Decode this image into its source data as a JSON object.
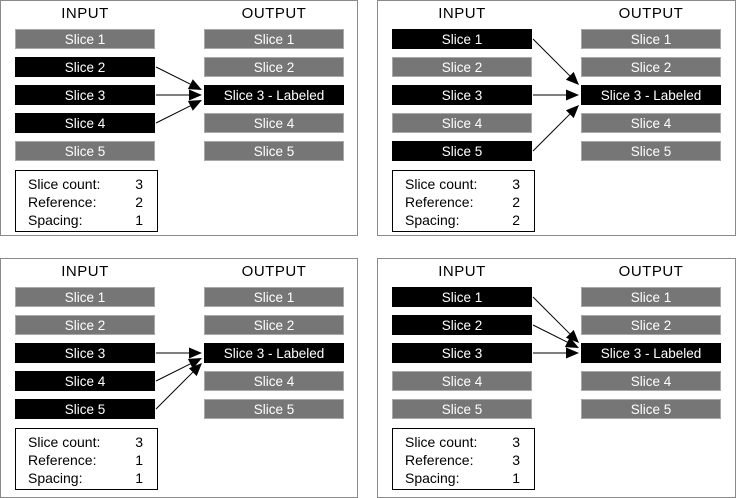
{
  "colors": {
    "panel_border": "#8a8a8a",
    "slice_gray_fill": "#767676",
    "slice_gray_border": "#a8a8a8",
    "slice_black_fill": "#000000",
    "slice_text": "#ffffff",
    "header_text": "#000000",
    "param_text": "#000000",
    "param_box_border": "#000000",
    "arrow_line": "#000000",
    "arrow_horizontal_line": "#7f7f7f",
    "arrowhead": "#000000"
  },
  "panels": [
    {
      "id": "top-left",
      "input_header": "INPUT",
      "output_header": "OUTPUT",
      "input_slices": [
        {
          "label": "Slice 1",
          "highlighted": false
        },
        {
          "label": "Slice 2",
          "highlighted": true
        },
        {
          "label": "Slice 3",
          "highlighted": true
        },
        {
          "label": "Slice 4",
          "highlighted": true
        },
        {
          "label": "Slice 5",
          "highlighted": false
        }
      ],
      "output_slices": [
        {
          "label": "Slice 1",
          "highlighted": false
        },
        {
          "label": "Slice 2",
          "highlighted": false
        },
        {
          "label": "Slice 3 - Labeled",
          "highlighted": true
        },
        {
          "label": "Slice 4",
          "highlighted": false
        },
        {
          "label": "Slice 5",
          "highlighted": false
        }
      ],
      "arrows": {
        "from_input_slices": [
          2,
          3,
          4
        ],
        "to_output_slice": 3
      },
      "params": [
        {
          "label": "Slice count:",
          "value": "3"
        },
        {
          "label": "Reference:",
          "value": "2"
        },
        {
          "label": "Spacing:",
          "value": "1"
        }
      ]
    },
    {
      "id": "top-right",
      "input_header": "INPUT",
      "output_header": "OUTPUT",
      "input_slices": [
        {
          "label": "Slice 1",
          "highlighted": true
        },
        {
          "label": "Slice 2",
          "highlighted": false
        },
        {
          "label": "Slice 3",
          "highlighted": true
        },
        {
          "label": "Slice 4",
          "highlighted": false
        },
        {
          "label": "Slice 5",
          "highlighted": true
        }
      ],
      "output_slices": [
        {
          "label": "Slice 1",
          "highlighted": false
        },
        {
          "label": "Slice 2",
          "highlighted": false
        },
        {
          "label": "Slice 3 - Labeled",
          "highlighted": true
        },
        {
          "label": "Slice 4",
          "highlighted": false
        },
        {
          "label": "Slice 5",
          "highlighted": false
        }
      ],
      "arrows": {
        "from_input_slices": [
          1,
          3,
          5
        ],
        "to_output_slice": 3
      },
      "params": [
        {
          "label": "Slice count:",
          "value": "3"
        },
        {
          "label": "Reference:",
          "value": "2"
        },
        {
          "label": "Spacing:",
          "value": "2"
        }
      ]
    },
    {
      "id": "bottom-left",
      "input_header": "INPUT",
      "output_header": "OUTPUT",
      "input_slices": [
        {
          "label": "Slice 1",
          "highlighted": false
        },
        {
          "label": "Slice 2",
          "highlighted": false
        },
        {
          "label": "Slice 3",
          "highlighted": true
        },
        {
          "label": "Slice 4",
          "highlighted": true
        },
        {
          "label": "Slice 5",
          "highlighted": true
        }
      ],
      "output_slices": [
        {
          "label": "Slice 1",
          "highlighted": false
        },
        {
          "label": "Slice 2",
          "highlighted": false
        },
        {
          "label": "Slice 3 - Labeled",
          "highlighted": true
        },
        {
          "label": "Slice 4",
          "highlighted": false
        },
        {
          "label": "Slice 5",
          "highlighted": false
        }
      ],
      "arrows": {
        "from_input_slices": [
          3,
          4,
          5
        ],
        "to_output_slice": 3
      },
      "params": [
        {
          "label": "Slice count:",
          "value": "3"
        },
        {
          "label": "Reference:",
          "value": "1"
        },
        {
          "label": "Spacing:",
          "value": "1"
        }
      ]
    },
    {
      "id": "bottom-right",
      "input_header": "INPUT",
      "output_header": "OUTPUT",
      "input_slices": [
        {
          "label": "Slice 1",
          "highlighted": true
        },
        {
          "label": "Slice 2",
          "highlighted": true
        },
        {
          "label": "Slice 3",
          "highlighted": true
        },
        {
          "label": "Slice 4",
          "highlighted": false
        },
        {
          "label": "Slice 5",
          "highlighted": false
        }
      ],
      "output_slices": [
        {
          "label": "Slice 1",
          "highlighted": false
        },
        {
          "label": "Slice 2",
          "highlighted": false
        },
        {
          "label": "Slice 3 - Labeled",
          "highlighted": true
        },
        {
          "label": "Slice 4",
          "highlighted": false
        },
        {
          "label": "Slice 5",
          "highlighted": false
        }
      ],
      "arrows": {
        "from_input_slices": [
          1,
          2,
          3
        ],
        "to_output_slice": 3
      },
      "params": [
        {
          "label": "Slice count:",
          "value": "3"
        },
        {
          "label": "Reference:",
          "value": "3"
        },
        {
          "label": "Spacing:",
          "value": "1"
        }
      ]
    }
  ]
}
